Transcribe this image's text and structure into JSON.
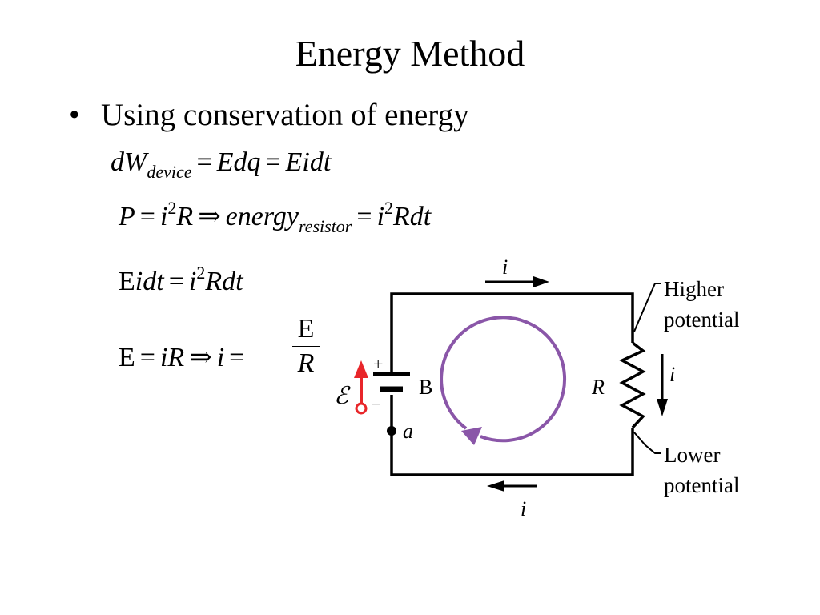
{
  "slide": {
    "title": "Energy Method",
    "bullet": "Using conservation of energy"
  },
  "equations": {
    "eq1": {
      "lhs": "dW",
      "lhs_sub": "device",
      "op1": "=",
      "mid": "Edq",
      "op2": "=",
      "rhs": "Eidt"
    },
    "eq2": {
      "p": "P",
      "op1": "=",
      "i": "i",
      "sq": "2",
      "r": "R",
      "implies": "⇒",
      "energy": "energy",
      "energy_sub": "resistor",
      "op2": "=",
      "rhs_i": "i",
      "rhs_sq": "2",
      "rhs_rest": "Rdt"
    },
    "eq3": {
      "e": "E",
      "idt": "idt",
      "op": "=",
      "i": "i",
      "sq": "2",
      "rest": "Rdt"
    },
    "eq4": {
      "e": "E",
      "op1": "=",
      "ir": "iR",
      "implies": "⇒",
      "i": "i",
      "op2": "=",
      "num": "E",
      "den": "R"
    }
  },
  "circuit": {
    "label_i_top": "i",
    "label_i_right": "i",
    "label_i_bottom": "i",
    "label_higher_line1": "Higher",
    "label_higher_line2": "potential",
    "label_lower_line1": "Lower",
    "label_lower_line2": "potential",
    "label_R": "R",
    "label_B": "B",
    "label_a": "a",
    "label_plus": "+",
    "label_minus": "−",
    "label_emf": "ℰ",
    "colors": {
      "wire": "#000000",
      "emf": "#e8262a",
      "loop": "#8a56a8"
    }
  }
}
